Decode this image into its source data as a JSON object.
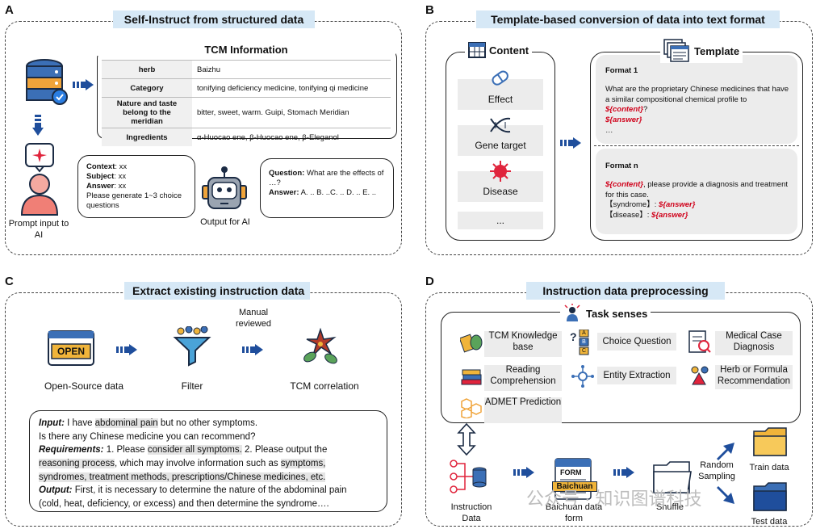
{
  "panels": {
    "a": {
      "letter": "A",
      "title": "Self-Instruct from structured data",
      "table_title": "TCM Information",
      "rows": [
        {
          "k": "herb",
          "v": "Baizhu"
        },
        {
          "k": "Category",
          "v": "tonifying deficiency medicine, tonifying qi medicine"
        },
        {
          "k": "Nature and taste belong to the meridian",
          "v": "bitter, sweet, warm. Guipi, Stomach Meridian"
        },
        {
          "k": "Ingredients",
          "v": "α-Huocao ene, β-Huocao ene, β-Eleganol"
        }
      ],
      "prompt_lines": {
        "context_k": "Context",
        "context_v": ": xx",
        "subject_k": "Subject",
        "subject_v": ": xx",
        "answer_k": "Answer",
        "answer_v": ": xx",
        "gen": "Please generate 1~3 choice questions"
      },
      "output_lines": {
        "q_k": "Question:",
        "q_v": " What are the effects of …?",
        "a_k": "Answer:",
        "a_v": " A. .. B. ..C. .. D. .. E.  .."
      },
      "prompt_label": "Prompt input to AI",
      "output_label": "Output for AI"
    },
    "b": {
      "letter": "B",
      "title": "Template-based conversion of data into text format",
      "content_label": "Content",
      "template_label": "Template",
      "items": [
        "Effect",
        "Gene target",
        "Disease",
        "..."
      ],
      "format1": {
        "title": "Format 1",
        "text1": "What are the proprietary Chinese medicines that have a similar compositional chemical profile to ",
        "content_var": "${content}",
        "q": "?",
        "answer_var": "${answer}",
        "ellipsis": "…"
      },
      "formatn": {
        "title": "Format n",
        "content_var": "${content}",
        "text1": ", please provide a diagnosis and treatment for this case.",
        "syndrome_label": "【syndrome】: ",
        "disease_label": "【disease】: ",
        "answer_var": "${answer}"
      }
    },
    "c": {
      "letter": "C",
      "title": "Extract existing instruction data",
      "open_badge": "OPEN",
      "steps": [
        "Open-Source data",
        "Filter",
        "TCM correlation"
      ],
      "manual": "Manual reviewed",
      "input_k": "Input:",
      "input_pre": " I have ",
      "input_hl": "abdominal pain",
      "input_post": " but no other symptoms.",
      "line2": "Is there any Chinese medicine you can recommend?",
      "req_k": "Requirements:",
      "req_1": " 1. Please ",
      "req_hl1": "consider all symptoms.",
      "req_2": " 2. Please output the",
      "req_hl2": "reasoning process",
      "req_3": ", which may involve information such as ",
      "req_hl3": "symptoms,",
      "req_hl4": "syndromes, treatment methods, prescriptions/Chinese medicines, etc.",
      "out_k": "Output:",
      "out_1": " First, it is necessary to determine the nature of the abdominal pain",
      "out_2": "(cold, heat, deficiency, or excess) and then determine the syndrome…."
    },
    "d": {
      "letter": "D",
      "title": "Instruction data preprocessing",
      "task_title": "Task senses",
      "tasks": {
        "kb": "TCM Knowledge base",
        "choice": "Choice Question",
        "medical": "Medical Case Diagnosis",
        "reading": "Reading Comprehension",
        "entity": "Entity Extraction",
        "herb": "Herb or Formula Recommendation",
        "admet": "ADMET Prediction"
      },
      "choice_letters": [
        "A",
        "B",
        "C"
      ],
      "form_badge": "FORM",
      "baichuan_badge": "Baichuan",
      "flow": {
        "instruction": "Instruction Data",
        "baichuan": "Baichuan data form",
        "shuffle": "Shuffle",
        "sampling": "Random Sampling",
        "train": "Train data",
        "test": "Test data"
      },
      "watermark": "公众号 · 知识图谱科技"
    }
  },
  "colors": {
    "title_bg": "#d6e8f6",
    "arrow_blue": "#1f4e9c",
    "highlight_red": "#d0021b"
  }
}
